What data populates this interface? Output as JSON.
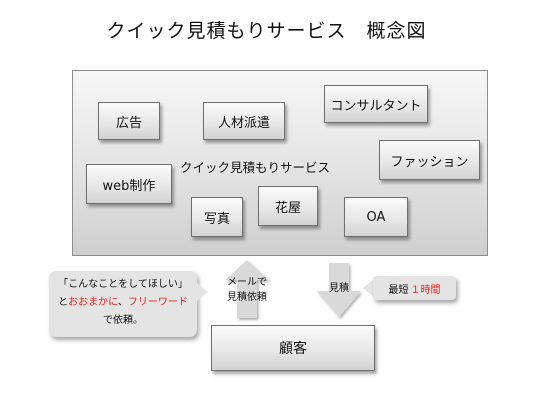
{
  "title": "クイック見積もりサービス　概念図",
  "service_label": "クイック見積もりサービス",
  "categories": {
    "ad": "広告",
    "staffing": "人材派遣",
    "consultant": "コンサルタント",
    "web": "web制作",
    "fashion": "ファッション",
    "photo": "写真",
    "florist": "花屋",
    "oa": "OA"
  },
  "request": {
    "line1": "「こんなことをしてほしい」",
    "line2_prefix": "と",
    "line2_red1": "おおまかに",
    "line2_mid": "、",
    "line2_red2": "フリーワード",
    "line3": "で依頼。"
  },
  "up_arrow_label_1": "メールで",
  "up_arrow_label_2": "見積依頼",
  "down_arrow_label": "見積",
  "time": {
    "prefix": "最短",
    "value": "１時間"
  },
  "customer": "顧客",
  "colors": {
    "accent_red": "#e8261c",
    "box_gray": "#e4e4e4",
    "arrow_gray": "#d9d9d9"
  }
}
